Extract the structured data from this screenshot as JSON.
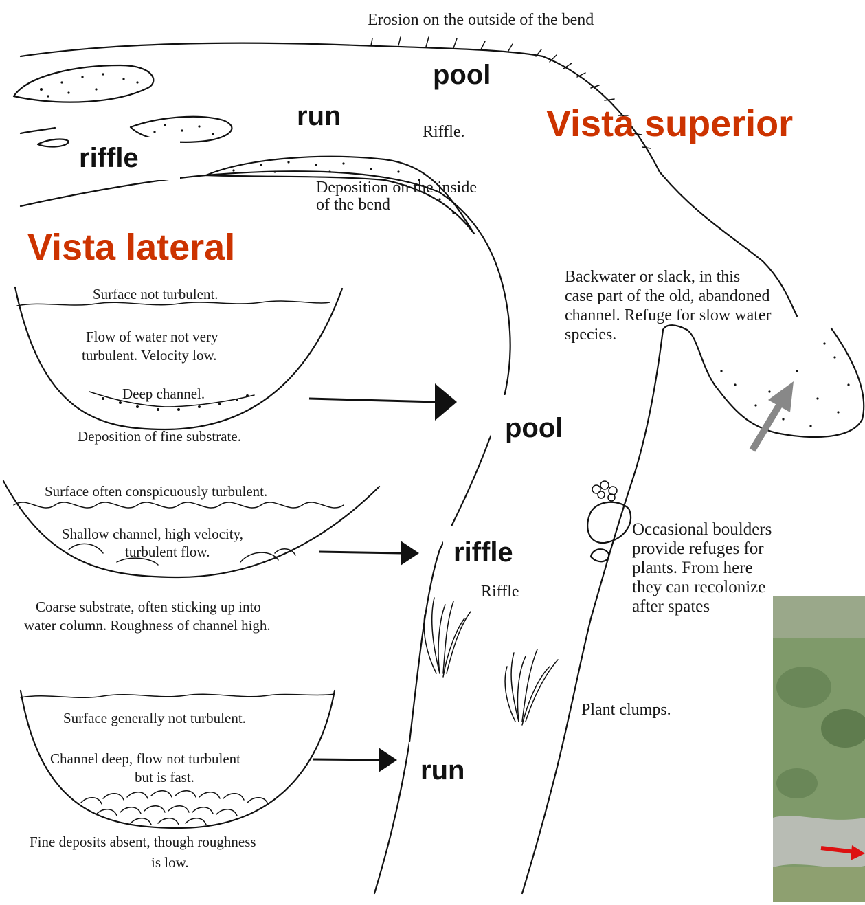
{
  "titles": {
    "top_view": "Vista superior",
    "side_view": "Vista lateral",
    "title_color": "#cc3300"
  },
  "top_view": {
    "erosion": "Erosion on the outside of the bend",
    "pool": "pool",
    "run": "run",
    "riffle_small": "Riffle.",
    "riffle": "riffle",
    "deposition_line1": "Deposition on the inside",
    "deposition_line2": "of the bend",
    "backwater": [
      "Backwater or slack, in this",
      "case part of the old, abandoned",
      "channel. Refuge for slow water",
      "species."
    ],
    "pool2": "pool",
    "riffle2": "riffle",
    "riffle2_small": "Riffle",
    "run2": "run",
    "boulders": [
      "Occasional boulders",
      "provide refuges for",
      "plants. From here",
      "they can recolonize",
      "after spates"
    ],
    "plant_clumps": "Plant clumps."
  },
  "side_view": {
    "pool_section": {
      "surface": "Surface not turbulent.",
      "flow": [
        "Flow of water not very",
        "turbulent. Velocity low."
      ],
      "channel": "Deep channel.",
      "substrate": "Deposition of fine substrate."
    },
    "riffle_section": {
      "surface": "Surface often conspicuously turbulent.",
      "flow": [
        "Shallow channel, high velocity,",
        "turbulent flow."
      ],
      "substrate": [
        "Coarse substrate, often sticking up into",
        "water column. Roughness of channel high."
      ]
    },
    "run_section": {
      "surface": "Surface generally not turbulent.",
      "flow": [
        "Channel deep, flow not turbulent",
        "but is fast."
      ],
      "substrate": [
        "Fine deposits absent, though roughness",
        "is low."
      ]
    }
  },
  "colors": {
    "arrow_gray": "#888888",
    "arrow_red": "#dd1111",
    "photo_green": "#7f9a6a"
  }
}
